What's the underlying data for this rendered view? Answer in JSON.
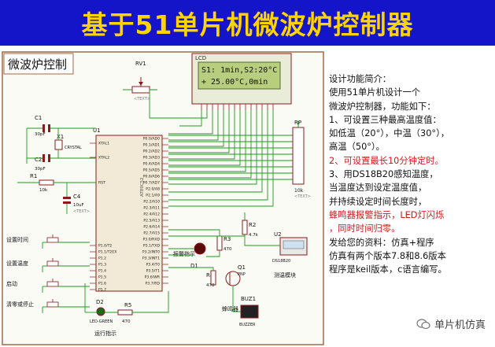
{
  "banner": {
    "title": "基于51单片机微波炉控制器"
  },
  "schematic": {
    "frame_title": "微波炉控制",
    "lcd": {
      "line1": "S1: 1min,S2:20°C",
      "line2": "+ 25.00°C,0min",
      "ref": "LCD"
    },
    "rv1": "RV1",
    "mcu": {
      "ref": "U1",
      "part": "AT89C52",
      "left_pins": [
        "XTAL1",
        "XTAL2",
        "RST",
        "P1.0/T2",
        "P1.1/T2EX",
        "P1.2",
        "P1.3",
        "P1.4",
        "P1.5",
        "P1.6",
        "P1.7"
      ],
      "right_pins": [
        "P0.0/AD0",
        "P0.1/AD1",
        "P0.2/AD2",
        "P0.3/AD3",
        "P0.4/AD4",
        "P0.5/AD5",
        "P0.6/AD6",
        "P0.7/AD7",
        "P2.0/A8",
        "P2.1/A9",
        "P2.2/A10",
        "P2.3/A11",
        "P2.4/A12",
        "P2.5/A13",
        "P2.6/A14",
        "P2.7/A15",
        "P3.0/RXD",
        "P3.1/TXD",
        "P3.2/INT0",
        "P3.3/INT1",
        "P3.4/T0",
        "P3.5/T1",
        "P3.6/WR",
        "P3.7/RD"
      ]
    },
    "c1": {
      "ref": "C1",
      "value": "30pF"
    },
    "c2": {
      "ref": "C2",
      "value": "30pF"
    },
    "x1": {
      "ref": "X1",
      "value": "CRYSTAL"
    },
    "r1": {
      "ref": "R1",
      "value": "10k"
    },
    "c4": {
      "ref": "C4",
      "value": "10uF"
    },
    "rp": {
      "ref": "RP",
      "value": "10k"
    },
    "r3": {
      "ref": "R3",
      "value": "470"
    },
    "r2": {
      "ref": "R2",
      "value": "4.7k"
    },
    "r4": {
      "ref": "R4",
      "value": "470"
    },
    "r5": {
      "ref": "R5",
      "value": "470"
    },
    "u2": {
      "ref": "U2",
      "part": "DS18B20",
      "label": "测温模块"
    },
    "d1": {
      "ref": "D1",
      "label": "报警指示"
    },
    "d2": {
      "ref": "D2",
      "part": "LED-GREEN",
      "label": "运行指示"
    },
    "q1": {
      "ref": "Q1",
      "part": "PNP"
    },
    "buz1": {
      "ref": "BUZ1",
      "part": "BUZZER",
      "label": "蜂鸣器"
    },
    "buttons": [
      "设置时间",
      "设置温度",
      "启动",
      "清零或停止"
    ],
    "text_ph": "<TEXT>"
  },
  "description": {
    "lines": [
      "设计功能简介：",
      "使用51单片机设计一个",
      "微波炉控制器，功能如下：",
      "1、可设置三种最高温度值：",
      "如低温（20°），中温（30°），",
      "高温（50°）。",
      "2、可设置最长10分钟定时。",
      "3、用DS18B20感知温度，",
      "当温度达到设定温度值，",
      "并持续设定时间长度时，",
      "蜂鸣器报警指示，LED灯闪烁",
      "，同时时间归零。",
      "发给您的资料：仿真+程序",
      "仿真有两个版本7.8和8.6版本",
      "程序是keil版本，c语言编写。"
    ]
  },
  "watermark": {
    "text": "单片机仿真"
  },
  "colors": {
    "banner_bg": "#1414c8",
    "banner_text": "#ffd400",
    "wire": "#1c9a1c",
    "part": "#8b1a1a",
    "frame": "#a06a4a",
    "lcd": "#b9cd7f",
    "red": "#d01818"
  }
}
